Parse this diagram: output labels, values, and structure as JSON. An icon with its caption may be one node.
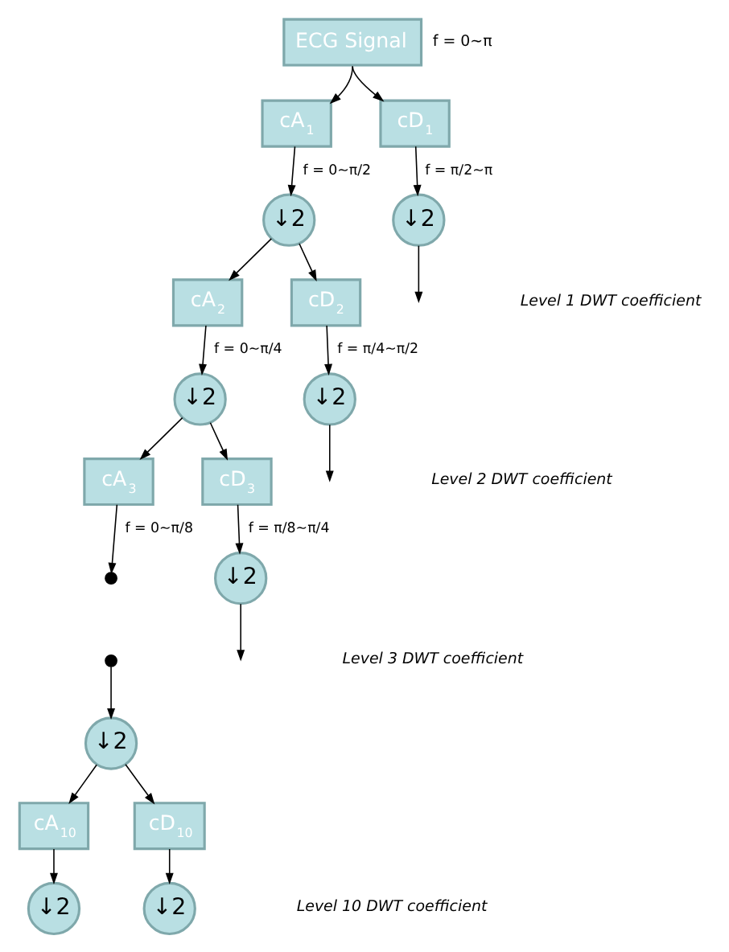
{
  "diagram": {
    "nodes": [
      {
        "text": [
          "ECG Signal"
        ],
        "beside": [
          "f = 0~π"
        ]
      },
      {
        "text": [
          "cA$_{1}$"
        ]
      },
      {
        "text": [
          "cD$_{1}$"
        ]
      },
      {
        "text": [
          "↓2"
        ]
      },
      {
        "text": [
          "↓2"
        ]
      },
      {
        "text": [
          "cA$_{2}$"
        ]
      },
      {
        "text": [
          "cD$_{2}$"
        ]
      },
      {
        "text": [
          "↓2"
        ]
      },
      {
        "text": [
          "↓2"
        ]
      },
      {
        "text": [
          "cA$_{3}$"
        ]
      },
      {
        "text": [
          "cD$_{3}$"
        ]
      },
      {
        "text": [],
        "shape": "dot"
      },
      {
        "text": [],
        "shape": "dot"
      },
      {
        "text": [
          "↓2"
        ]
      },
      {
        "text": [
          "↓2"
        ]
      },
      {
        "text": [
          "cA$_{10}$"
        ]
      },
      {
        "text": [
          "cD$_{10}$"
        ]
      },
      {
        "text": [
          "↓2"
        ]
      },
      {
        "text": [
          "↓2"
        ]
      }
    ],
    "edges": [
      {
        "from": 0,
        "to": 1,
        "arrow": "to"
      },
      {
        "from": 0,
        "to": 2,
        "arrow": "to"
      },
      {
        "from": 1,
        "to": 3,
        "arrow": "to",
        "label": "f = 0~π/2"
      },
      {
        "from": 2,
        "to": 4,
        "arrow": "to",
        "label": "f = π/2~π"
      },
      {
        "from": 4,
        "to": null,
        "arrow": "to"
      },
      {
        "from": 3,
        "to": 5,
        "arrow": "to"
      },
      {
        "from": 3,
        "to": 6,
        "arrow": "to"
      },
      {
        "from": 5,
        "to": 7,
        "arrow": "to",
        "label": "f = 0~π/4"
      },
      {
        "from": 6,
        "to": 8,
        "arrow": "to",
        "label": "f = π/4~π/2"
      },
      {
        "from": 8,
        "to": null,
        "arrow": "to"
      },
      {
        "from": 7,
        "to": 9,
        "arrow": "to"
      },
      {
        "from": 7,
        "to": 10,
        "arrow": "to"
      },
      {
        "from": 9,
        "to": 11,
        "arrow": "to",
        "label": "f = 0~π/8"
      },
      {
        "from": 10,
        "to": 14,
        "arrow": "to",
        "label": "f = π/8~π/4"
      },
      {
        "from": 14,
        "to": null,
        "arrow": "to"
      },
      {
        "from": 12,
        "to": 13,
        "arrow": "to"
      },
      {
        "from": 13,
        "to": 15,
        "arrow": "to"
      },
      {
        "from": 13,
        "to": 16,
        "arrow": "to"
      },
      {
        "from": 15,
        "to": 17,
        "arrow": "to"
      },
      {
        "from": 16,
        "to": 18,
        "arrow": "to"
      }
    ],
    "labels": [
      "Level 1 DWT coefficient",
      "Level 2 DWT coefficient",
      "Level 3 DWT coefficient",
      "Level 10 DWT coefficient"
    ]
  }
}
